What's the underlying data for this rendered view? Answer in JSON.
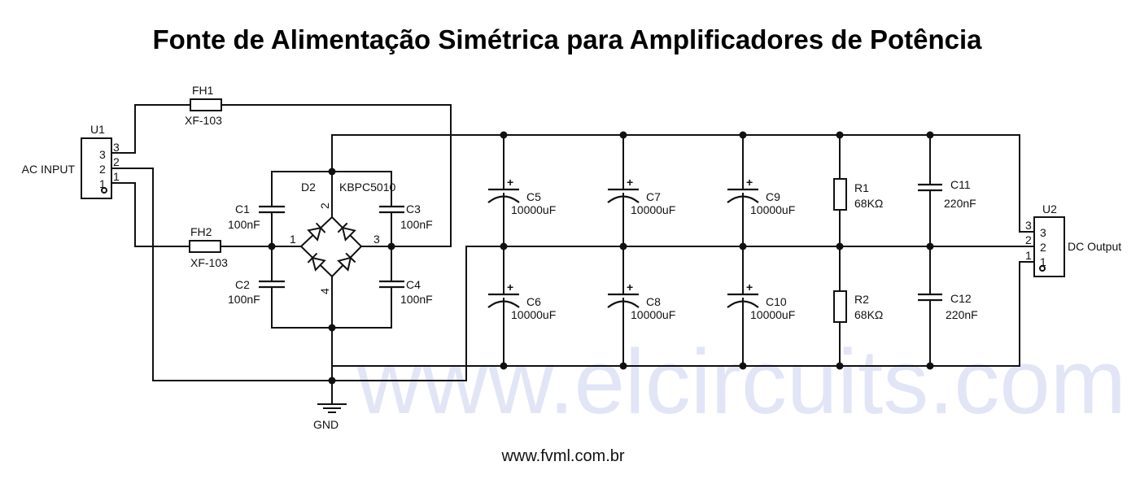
{
  "title": "Fonte de Alimentação Simétrica para Amplificadores de Potência",
  "watermark": "www.elcircuits.com",
  "footer": "www.fvml.com.br",
  "u1": {
    "ref": "U1",
    "label": "AC INPUT",
    "pins": [
      "3",
      "2",
      "1"
    ]
  },
  "u2": {
    "ref": "U2",
    "label": "DC Output",
    "pins": [
      "3",
      "2",
      "1"
    ]
  },
  "fh1": {
    "ref": "FH1",
    "value": "XF-103"
  },
  "fh2": {
    "ref": "FH2",
    "value": "XF-103"
  },
  "bridge": {
    "ref": "D2",
    "value": "KBPC5010",
    "pins": [
      "1",
      "2",
      "3",
      "4"
    ]
  },
  "c1": {
    "ref": "C1",
    "value": "100nF"
  },
  "c2": {
    "ref": "C2",
    "value": "100nF"
  },
  "c3": {
    "ref": "C3",
    "value": "100nF"
  },
  "c4": {
    "ref": "C4",
    "value": "100nF"
  },
  "electrolytics": [
    {
      "ref": "C5",
      "value": "10000uF"
    },
    {
      "ref": "C6",
      "value": "10000uF"
    },
    {
      "ref": "C7",
      "value": "10000uF"
    },
    {
      "ref": "C8",
      "value": "10000uF"
    },
    {
      "ref": "C9",
      "value": "10000uF"
    },
    {
      "ref": "C10",
      "value": "10000uF"
    }
  ],
  "plus_sign": "+",
  "r1": {
    "ref": "R1",
    "value": "68KΩ"
  },
  "r2": {
    "ref": "R2",
    "value": "68KΩ"
  },
  "c11": {
    "ref": "C11",
    "value": "220nF"
  },
  "c12": {
    "ref": "C12",
    "value": "220nF"
  },
  "gnd": "GND"
}
